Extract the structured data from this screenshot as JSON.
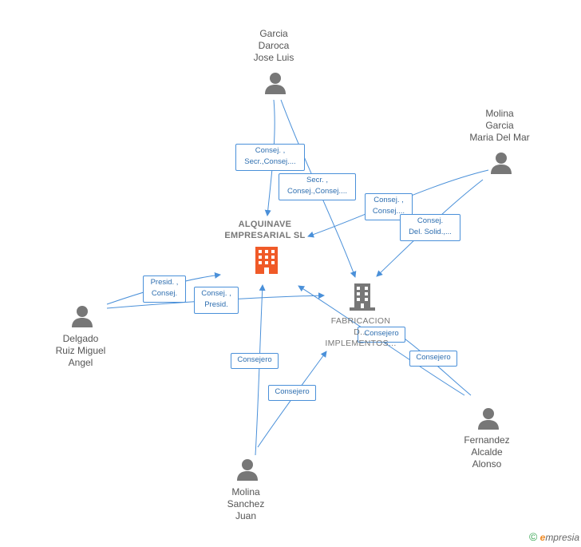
{
  "companies": {
    "alquinave": {
      "line1": "ALQUINAVE",
      "line2": "EMPRESARIAL SL",
      "color": "#f05a28",
      "icon": "building-icon"
    },
    "fabricacion": {
      "line1": "FABRICACION",
      "line2": "D...",
      "line3": "IMPLEMENTOS...",
      "color": "#777777",
      "icon": "building-icon"
    }
  },
  "people": {
    "garcia": [
      "Garcia",
      "Daroca",
      "Jose Luis"
    ],
    "molina_garcia": [
      "Molina",
      "Garcia",
      "Maria Del Mar"
    ],
    "delgado": [
      "Delgado",
      "Ruiz Miguel",
      "Angel"
    ],
    "fernandez": [
      "Fernandez",
      "Alcalde",
      "Alonso"
    ],
    "molina_sanchez": [
      "Molina",
      "Sanchez",
      "Juan"
    ]
  },
  "edge_labels": {
    "garcia_alq": [
      "Consej. ,",
      "Secr.,Consej...."
    ],
    "garcia_fab": [
      "Secr. ,",
      "Consej.,Consej...."
    ],
    "molina_alq": [
      "Consej. ,",
      "Consej...."
    ],
    "molina_fab": [
      "Consej.",
      "Del. Solid.,..."
    ],
    "delgado_alq": [
      "Presid. ,",
      "Consej."
    ],
    "delgado_fab": [
      "Consej. ,",
      "Presid."
    ],
    "sanchez_alq": [
      "Consejero"
    ],
    "sanchez_fab": [
      "Consejero"
    ],
    "fernandez_alq": [
      "Consejero"
    ],
    "fernandez_fab": [
      "Consejero"
    ]
  },
  "footer": {
    "copyright": "©",
    "brand_initial": "e",
    "brand_rest": "mpresia"
  },
  "colors": {
    "edge": "#4a90d9",
    "person": "#777777"
  }
}
